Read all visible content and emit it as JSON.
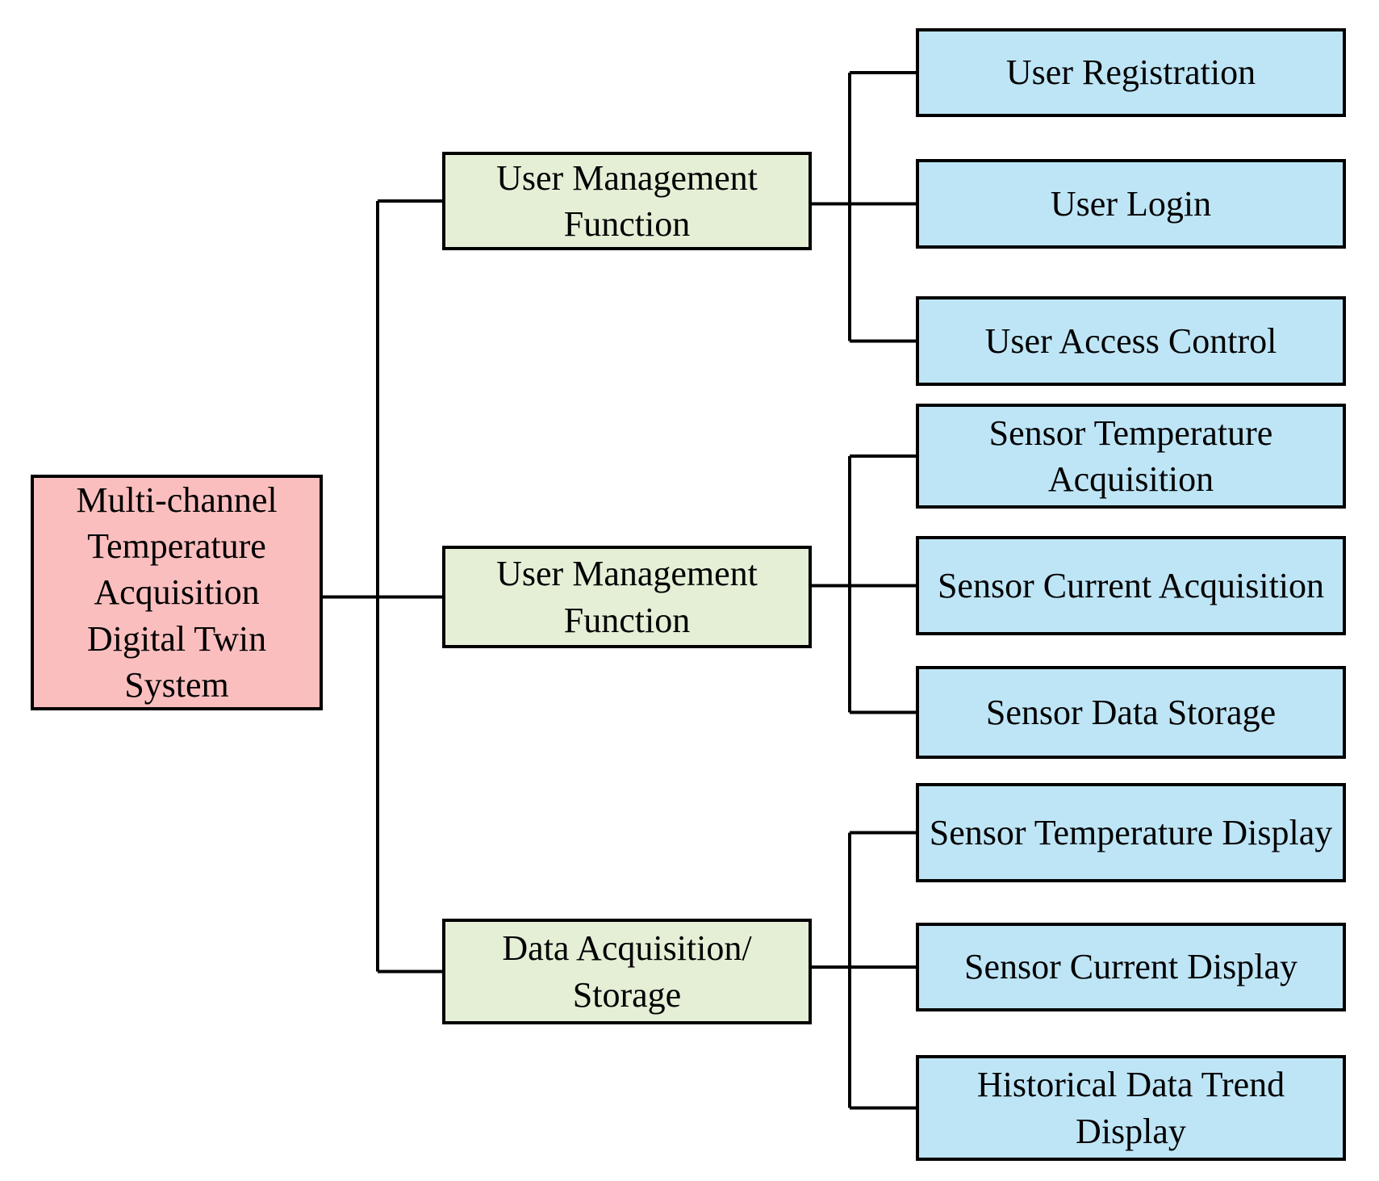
{
  "diagram": {
    "colors": {
      "background": "#FFFFFF",
      "root_fill": "#FBBEBE",
      "branch_fill": "#E4EFD6",
      "leaf_fill": "#BEE5F6",
      "border": "#000000",
      "line": "#000000",
      "text": "#000000"
    },
    "root": {
      "id": "root",
      "label": "Multi-channel Temperature Acquisition Digital Twin System"
    },
    "branches": [
      {
        "id": "user-management-1",
        "label": "User Management Function",
        "children": [
          {
            "id": "user-registration",
            "label": "User Registration"
          },
          {
            "id": "user-login",
            "label": "User Login"
          },
          {
            "id": "user-access-control",
            "label": "User Access Control"
          }
        ]
      },
      {
        "id": "user-management-2",
        "label": "User Management Function",
        "children": [
          {
            "id": "sensor-temperature-acquisition",
            "label": "Sensor Temperature Acquisition"
          },
          {
            "id": "sensor-current-acquisition",
            "label": "Sensor Current Acquisition"
          },
          {
            "id": "sensor-data-storage",
            "label": "Sensor Data Storage"
          }
        ]
      },
      {
        "id": "data-acquisition-storage",
        "label": "Data Acquisition/ Storage",
        "children": [
          {
            "id": "sensor-temperature-display",
            "label": "Sensor Temperature Display"
          },
          {
            "id": "sensor-current-display",
            "label": "Sensor Current Display"
          },
          {
            "id": "historical-data-trend-display",
            "label": "Historical Data Trend Display"
          }
        ]
      }
    ]
  }
}
